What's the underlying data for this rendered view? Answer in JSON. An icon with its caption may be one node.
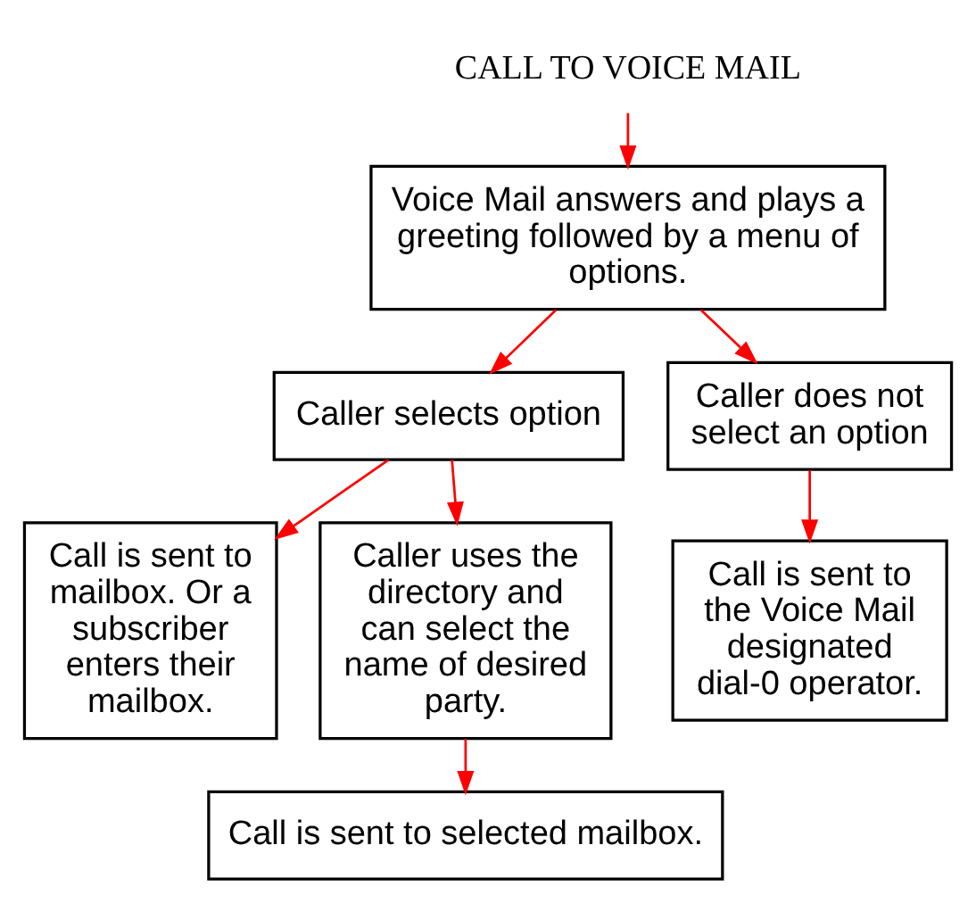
{
  "diagram": {
    "nodes": [
      {
        "text": [
          "CALL TO VOICE MAIL"
        ]
      },
      {
        "text": [
          "Voice Mail answers and plays a greeting followed by a menu of options."
        ]
      },
      {
        "text": [
          "Caller selects option"
        ]
      },
      {
        "text": [
          "Caller does not select an option"
        ]
      },
      {
        "text": [
          "Call is sent to mailbox. Or a subscriber enters their mailbox."
        ]
      },
      {
        "text": [
          "Caller uses the directory and can select the name of desired party."
        ]
      },
      {
        "text": [
          "Call is sent to the Voice Mail designated dial-0 operator."
        ]
      },
      {
        "text": [
          "Call is sent to selected mailbox."
        ]
      }
    ],
    "edges": [
      {
        "from": 0,
        "to": 1,
        "arrow": "to"
      },
      {
        "from": 1,
        "to": 2,
        "arrow": "to"
      },
      {
        "from": 1,
        "to": 3,
        "arrow": "to"
      },
      {
        "from": 2,
        "to": 4,
        "arrow": "to"
      },
      {
        "from": 2,
        "to": 5,
        "arrow": "to"
      },
      {
        "from": 3,
        "to": 6,
        "arrow": "to"
      },
      {
        "from": 5,
        "to": 7,
        "arrow": "to"
      }
    ]
  }
}
